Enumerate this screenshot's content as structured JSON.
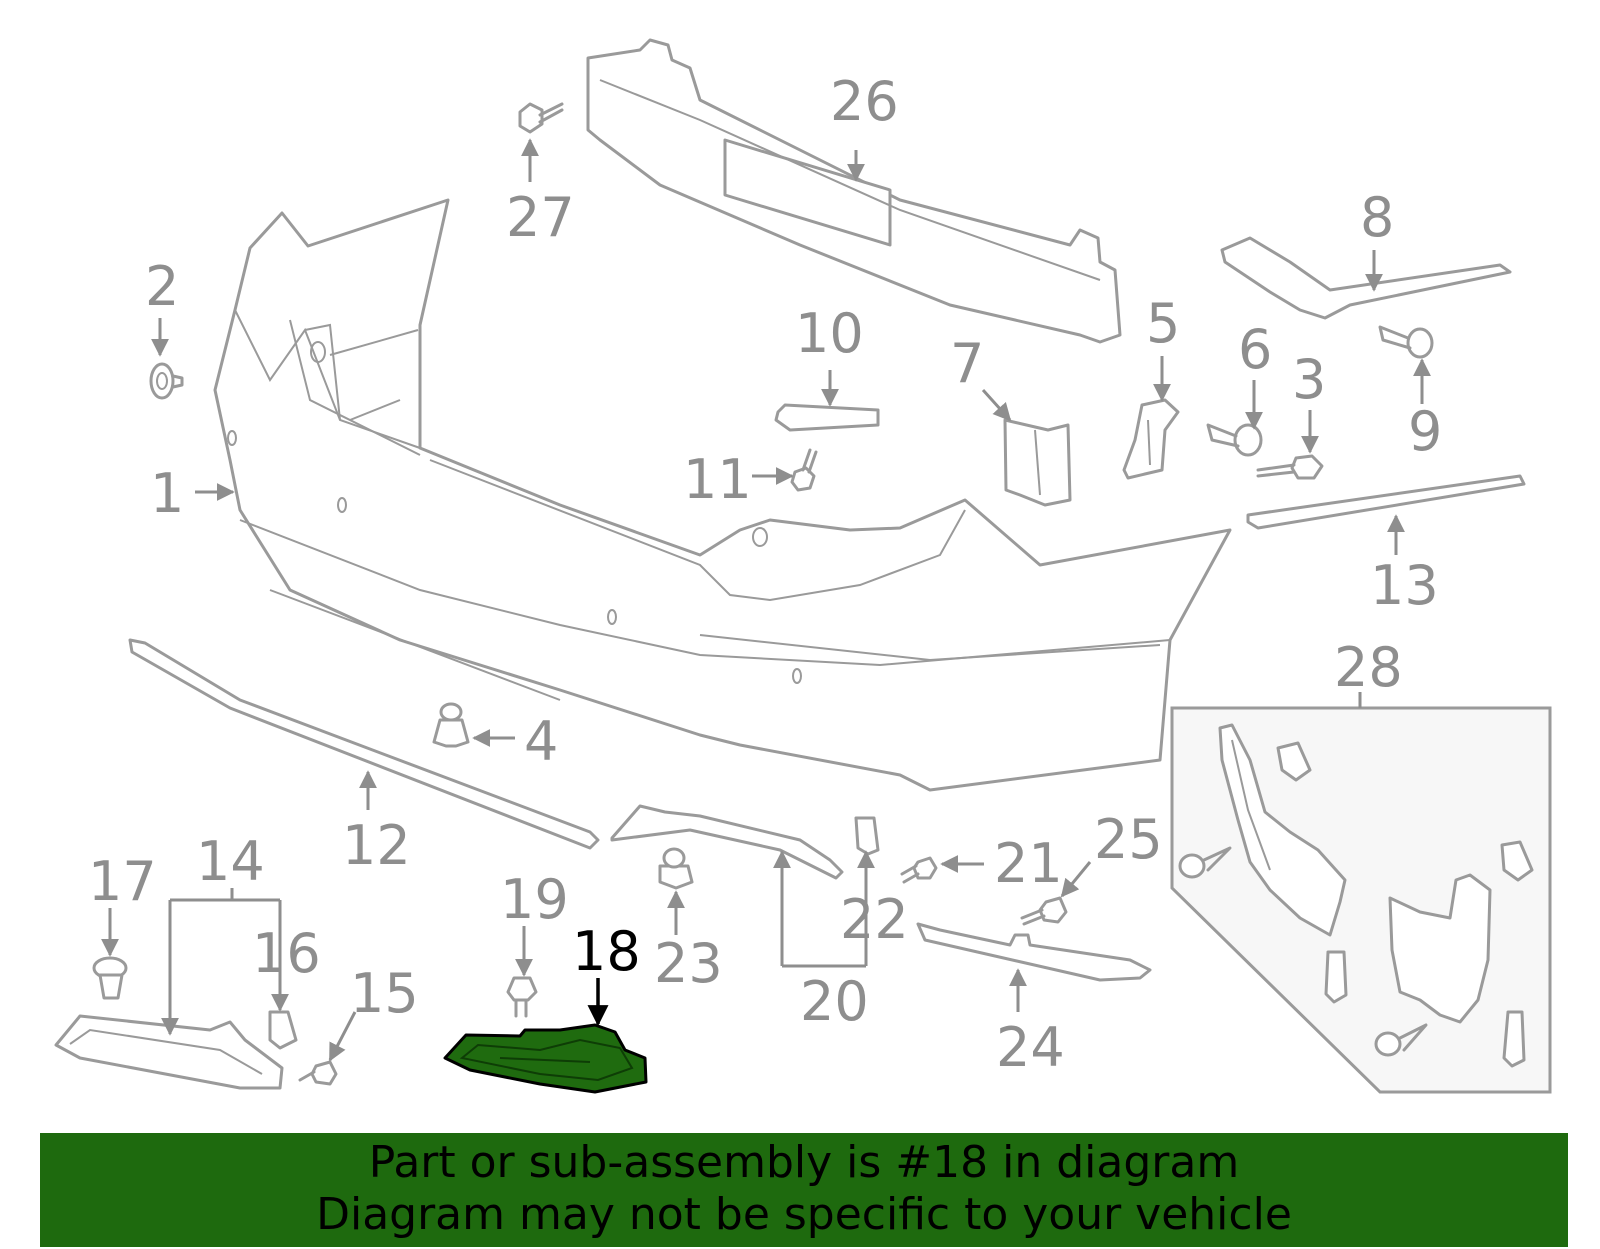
{
  "diagram": {
    "highlighted_part": "18",
    "callouts": [
      "1",
      "2",
      "3",
      "4",
      "5",
      "6",
      "7",
      "8",
      "9",
      "10",
      "11",
      "12",
      "13",
      "14",
      "15",
      "16",
      "17",
      "18",
      "19",
      "20",
      "21",
      "22",
      "23",
      "24",
      "25",
      "26",
      "27",
      "28"
    ]
  },
  "banner": {
    "line1": "Part or sub-assembly is #18 in diagram",
    "line2": "Diagram may not be specific to your vehicle"
  },
  "colors": {
    "highlight": "#1f6b0f",
    "banner_bg": "#1e6a0e",
    "line_gray": "#9a9a9a"
  }
}
